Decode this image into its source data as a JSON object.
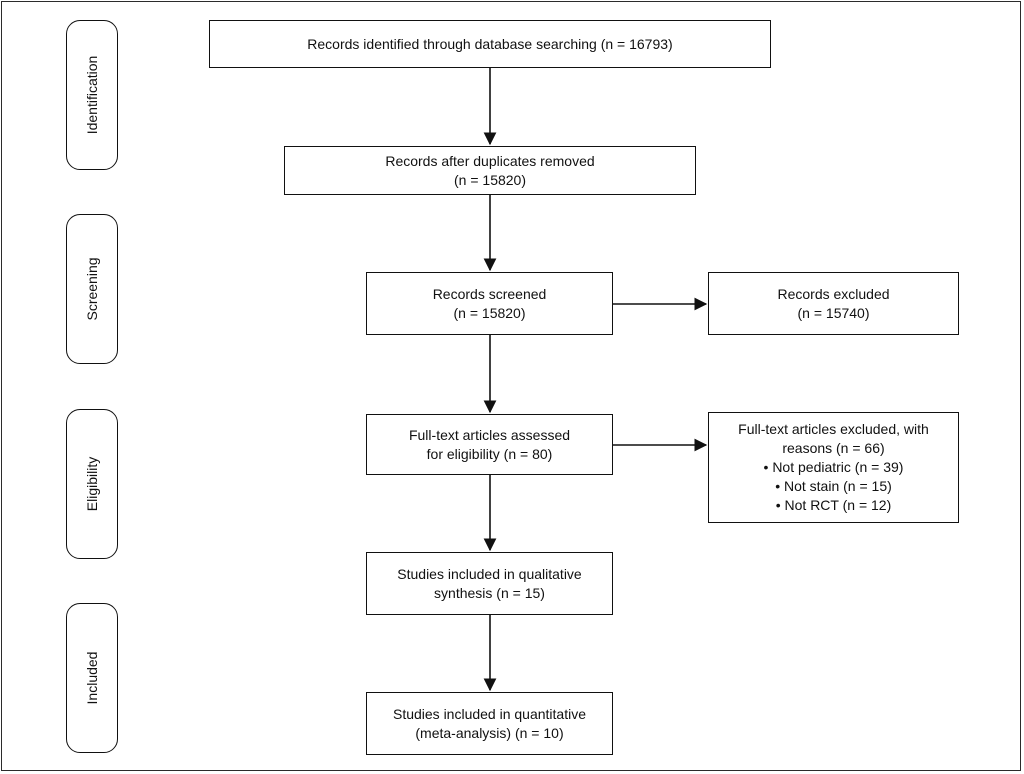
{
  "phases": {
    "identification": "Identification",
    "screening": "Screening",
    "eligibility": "Eligibility",
    "included": "Included"
  },
  "boxes": {
    "identified": {
      "line1": "Records identified through database searching (n = 16793)"
    },
    "dedup": {
      "line1": "Records after duplicates removed",
      "line2": "(n = 15820)"
    },
    "screened": {
      "line1": "Records screened",
      "line2": "(n = 15820)"
    },
    "excluded": {
      "line1": "Records excluded",
      "line2": "(n = 15740)"
    },
    "fulltext": {
      "line1": "Full-text articles assessed",
      "line2": "for eligibility (n = 80)"
    },
    "fulltext_excluded": {
      "line1": "Full-text articles excluded, with",
      "line2": "reasons (n = 66)",
      "line3": "• Not pediatric (n = 39)",
      "line4": "• Not stain (n = 15)",
      "line5": "• Not RCT (n = 12)"
    },
    "qualitative": {
      "line1": "Studies included in qualitative",
      "line2": "synthesis (n = 15)"
    },
    "quantitative": {
      "line1": "Studies included in quantitative",
      "line2": "(meta-analysis) (n = 10)"
    }
  }
}
